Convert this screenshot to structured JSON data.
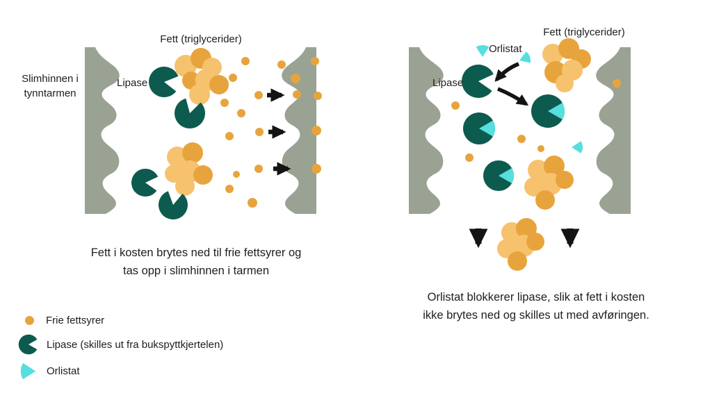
{
  "colors": {
    "teal": "#0d5b4f",
    "turquoise": "#57dedf",
    "orange": "#e8a43c",
    "orange_light": "#f7c26e",
    "membrane": "#9aa294",
    "text": "#1d1d1d",
    "arrow": "#141414"
  },
  "left_panel": {
    "fat_label": "Fett (triglycerider)",
    "membrane_label_line1": "Slimhinnen i",
    "membrane_label_line2": "tynntarmen",
    "lipase_label": "Lipase",
    "caption_line1": "Fett i kosten brytes ned til frie fettsyrer og",
    "caption_line2": "tas opp i slimhinnen i tarmen"
  },
  "right_panel": {
    "fat_label": "Fett (triglycerider)",
    "orlistat_label": "Orlistat",
    "lipase_label": "Lipase",
    "caption_line1": "Orlistat blokkerer lipase, slik at fett i kosten",
    "caption_line2": "ikke brytes ned og skilles ut med avføringen."
  },
  "legend": {
    "items": [
      {
        "icon": "free-fatty-acid-dot-icon",
        "label": "Frie fettsyrer"
      },
      {
        "icon": "lipase-pacman-icon",
        "label": "Lipase (skilles ut fra bukspyttkjertelen)"
      },
      {
        "icon": "orlistat-wedge-icon",
        "label": "Orlistat"
      }
    ]
  }
}
